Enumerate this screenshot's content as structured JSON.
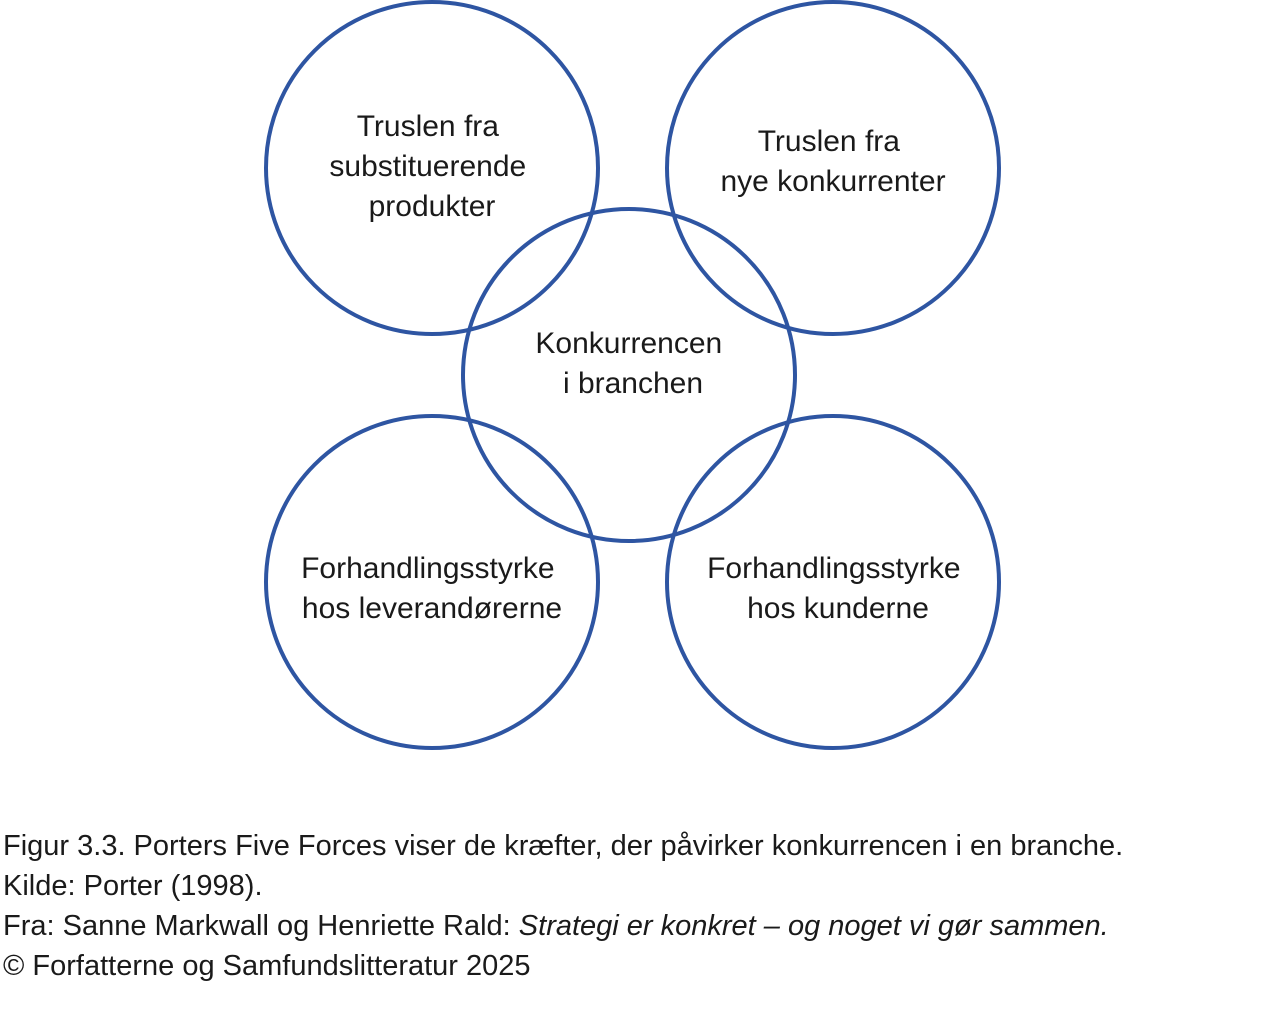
{
  "colors": {
    "circle_stroke": "#2e55a2",
    "text": "#1a1a1a",
    "background": "#ffffff"
  },
  "diagram": {
    "nodes": [
      {
        "id": "substitutes",
        "lines": [
          "Truslen fra",
          "substituerende",
          "produkter"
        ]
      },
      {
        "id": "new-entrants",
        "lines": [
          "Truslen fra",
          "nye konkurrenter"
        ]
      },
      {
        "id": "rivalry",
        "lines": [
          "Konkurrencen",
          "i branchen"
        ]
      },
      {
        "id": "suppliers",
        "lines": [
          "Forhandlingsstyrke",
          "hos leverandørerne"
        ]
      },
      {
        "id": "buyers",
        "lines": [
          "Forhandlingsstyrke",
          "hos kunderne"
        ]
      }
    ]
  },
  "caption": {
    "line1": "Figur 3.3. Porters Five Forces viser de kræfter, der påvirker konkurrencen i en branche.",
    "line2": "Kilde: Porter (1998).",
    "line3_prefix": "Fra: Sanne Markwall og Henriette Rald: ",
    "line3_title": "Strategi er konkret – og noget vi gør sammen.",
    "line4": "© Forfatterne og Samfundslitteratur 2025"
  }
}
